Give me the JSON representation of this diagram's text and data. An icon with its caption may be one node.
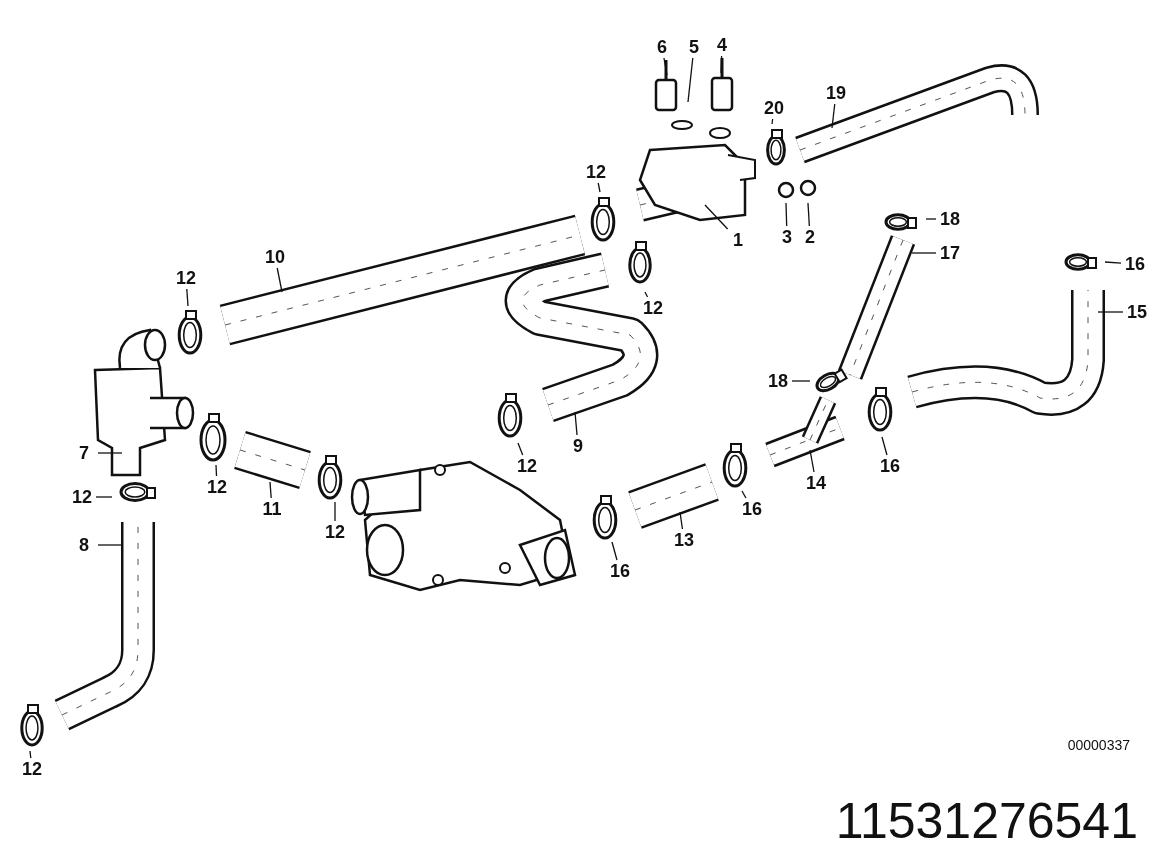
{
  "diagram": {
    "nodes": [
      {
        "text": [
          "6"
        ]
      },
      {
        "text": [
          "5"
        ]
      },
      {
        "text": [
          "4"
        ]
      },
      {
        "text": [
          "20"
        ]
      },
      {
        "text": [
          "19"
        ]
      },
      {
        "text": [
          "12"
        ]
      },
      {
        "text": [
          "1"
        ]
      },
      {
        "text": [
          "3"
        ]
      },
      {
        "text": [
          "2"
        ]
      },
      {
        "text": [
          "18"
        ]
      },
      {
        "text": [
          "17"
        ]
      },
      {
        "text": [
          "10"
        ]
      },
      {
        "text": [
          "12"
        ]
      },
      {
        "text": [
          "12"
        ]
      },
      {
        "text": [
          "16"
        ]
      },
      {
        "text": [
          "15"
        ]
      },
      {
        "text": [
          "18"
        ]
      },
      {
        "text": [
          "9"
        ]
      },
      {
        "text": [
          "12"
        ]
      },
      {
        "text": [
          "7"
        ]
      },
      {
        "text": [
          "12"
        ]
      },
      {
        "text": [
          "16"
        ]
      },
      {
        "text": [
          "14"
        ]
      },
      {
        "text": [
          "11"
        ]
      },
      {
        "text": [
          "12"
        ]
      },
      {
        "text": [
          "16"
        ]
      },
      {
        "text": [
          "12"
        ]
      },
      {
        "text": [
          "13"
        ]
      },
      {
        "text": [
          "8"
        ]
      },
      {
        "text": [
          "16"
        ]
      },
      {
        "text": [
          "12"
        ]
      }
    ],
    "edges": [
      {
        "from": 0,
        "to": null,
        "arrow": "none"
      },
      {
        "from": 1,
        "to": null,
        "arrow": "none"
      },
      {
        "from": 2,
        "to": null,
        "arrow": "none"
      },
      {
        "from": 3,
        "to": null,
        "arrow": "none"
      },
      {
        "from": 4,
        "to": null,
        "arrow": "none"
      },
      {
        "from": 5,
        "to": null,
        "arrow": "none"
      },
      {
        "from": 6,
        "to": null,
        "arrow": "none"
      },
      {
        "from": 7,
        "to": null,
        "arrow": "none"
      },
      {
        "from": 8,
        "to": null,
        "arrow": "none"
      },
      {
        "from": 9,
        "to": null,
        "arrow": "none"
      },
      {
        "from": 10,
        "to": null,
        "arrow": "none"
      },
      {
        "from": 11,
        "to": null,
        "arrow": "none"
      },
      {
        "from": 12,
        "to": null,
        "arrow": "none"
      },
      {
        "from": 13,
        "to": null,
        "arrow": "none"
      },
      {
        "from": 14,
        "to": null,
        "arrow": "none"
      },
      {
        "from": 15,
        "to": null,
        "arrow": "none"
      },
      {
        "from": 16,
        "to": null,
        "arrow": "none"
      },
      {
        "from": 17,
        "to": null,
        "arrow": "none"
      },
      {
        "from": 18,
        "to": null,
        "arrow": "none"
      },
      {
        "from": 19,
        "to": null,
        "arrow": "none"
      },
      {
        "from": 20,
        "to": null,
        "arrow": "none"
      },
      {
        "from": 21,
        "to": null,
        "arrow": "none"
      },
      {
        "from": 22,
        "to": null,
        "arrow": "none"
      },
      {
        "from": 23,
        "to": null,
        "arrow": "none"
      },
      {
        "from": 24,
        "to": null,
        "arrow": "none"
      },
      {
        "from": 25,
        "to": null,
        "arrow": "none"
      },
      {
        "from": 26,
        "to": null,
        "arrow": "none"
      },
      {
        "from": 27,
        "to": null,
        "arrow": "none"
      },
      {
        "from": 28,
        "to": null,
        "arrow": "none"
      },
      {
        "from": 29,
        "to": null,
        "arrow": "none"
      },
      {
        "from": 30,
        "to": null,
        "arrow": "none"
      }
    ],
    "labels": [
      "00000337",
      "11531276541"
    ]
  }
}
